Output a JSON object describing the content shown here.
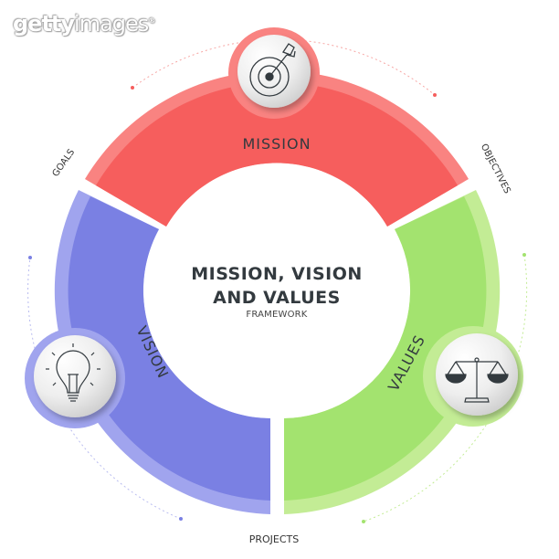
{
  "watermark": {
    "bold": "getty",
    "light": "images",
    "mark": "®"
  },
  "center": {
    "title_line1": "MISSION, VISION",
    "title_line2": "AND VALUES",
    "subtitle": "FRAMEWORK"
  },
  "segments": [
    {
      "id": "mission",
      "label": "MISSION",
      "icon": "target-dart-icon",
      "color": "#f65e5d",
      "light": "#f98381"
    },
    {
      "id": "values",
      "label": "VALUES",
      "icon": "balance-scale-icon",
      "color": "#a3e36f",
      "light": "#c3ec95"
    },
    {
      "id": "vision",
      "label": "VISION",
      "icon": "lightbulb-icon",
      "color": "#7a80e3",
      "light": "#a0a4ee"
    }
  ],
  "outer_labels": {
    "goals": "GOALS",
    "objectives": "OBJECTIVES",
    "projects": "PROJECTS"
  },
  "colors": {
    "text": "#333a3f",
    "background": "#ffffff"
  }
}
